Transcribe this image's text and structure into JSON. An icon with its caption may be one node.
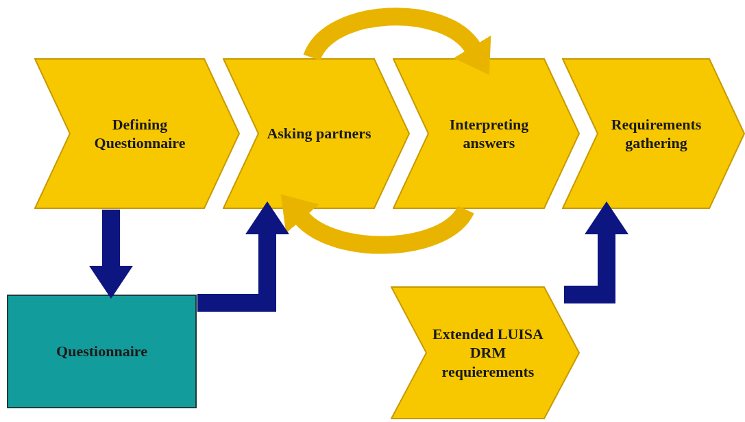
{
  "diagram": {
    "nodes": [
      {
        "text": [
          "Defining Questionnaire"
        ]
      },
      {
        "text": [
          "Asking partners"
        ]
      },
      {
        "text": [
          "Interpreting answers"
        ]
      },
      {
        "text": [
          "Requirements gathering"
        ]
      },
      {
        "text": [
          "Questionnaire"
        ]
      },
      {
        "text": [
          "Extended LUISA DRM requierements"
        ]
      }
    ],
    "edges": [
      {
        "from": 1,
        "to": 2,
        "arrow": "to",
        "color": "#e8b400"
      },
      {
        "from": 2,
        "to": 1,
        "arrow": "to",
        "color": "#e8b400"
      },
      {
        "from": 0,
        "to": 4,
        "arrow": "to"
      },
      {
        "from": 4,
        "to": 1,
        "arrow": "to"
      },
      {
        "from": 5,
        "to": 3,
        "arrow": "to"
      }
    ]
  }
}
